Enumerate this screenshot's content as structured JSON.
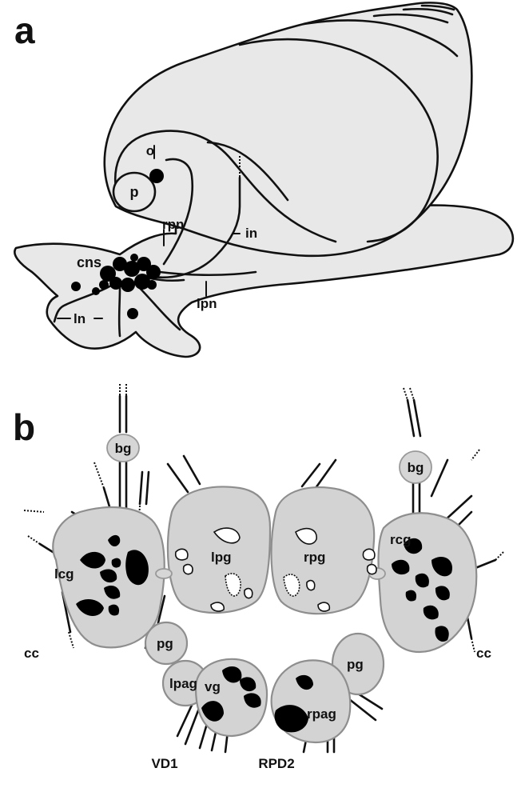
{
  "panels": [
    {
      "letter": "a"
    },
    {
      "letter": "b"
    }
  ],
  "panel_a_labels": {
    "o": "o",
    "p": "p",
    "rpn": "rpn",
    "in": "in",
    "cns": "cns",
    "lpn": "lpn",
    "ln": "ln"
  },
  "panel_b_labels": {
    "bg_left": "bg",
    "bg_right": "bg",
    "lpg": "lpg",
    "rpg": "rpg",
    "lcg": "lcg",
    "rcg": "rcg",
    "pg_left": "pg",
    "pg_right": "pg",
    "lpag": "lpag",
    "vg": "vg",
    "rpag": "rpag",
    "cc_left": "cc",
    "cc_right": "cc",
    "vd1": "VD1",
    "rpd2": "RPD2"
  },
  "colors": {
    "body_fill": "#e8e8e8",
    "ganglion_fill": "#d3d3d3",
    "ganglion_stroke": "#8e8e8e",
    "neuron": "#000000",
    "outline": "#111111"
  }
}
